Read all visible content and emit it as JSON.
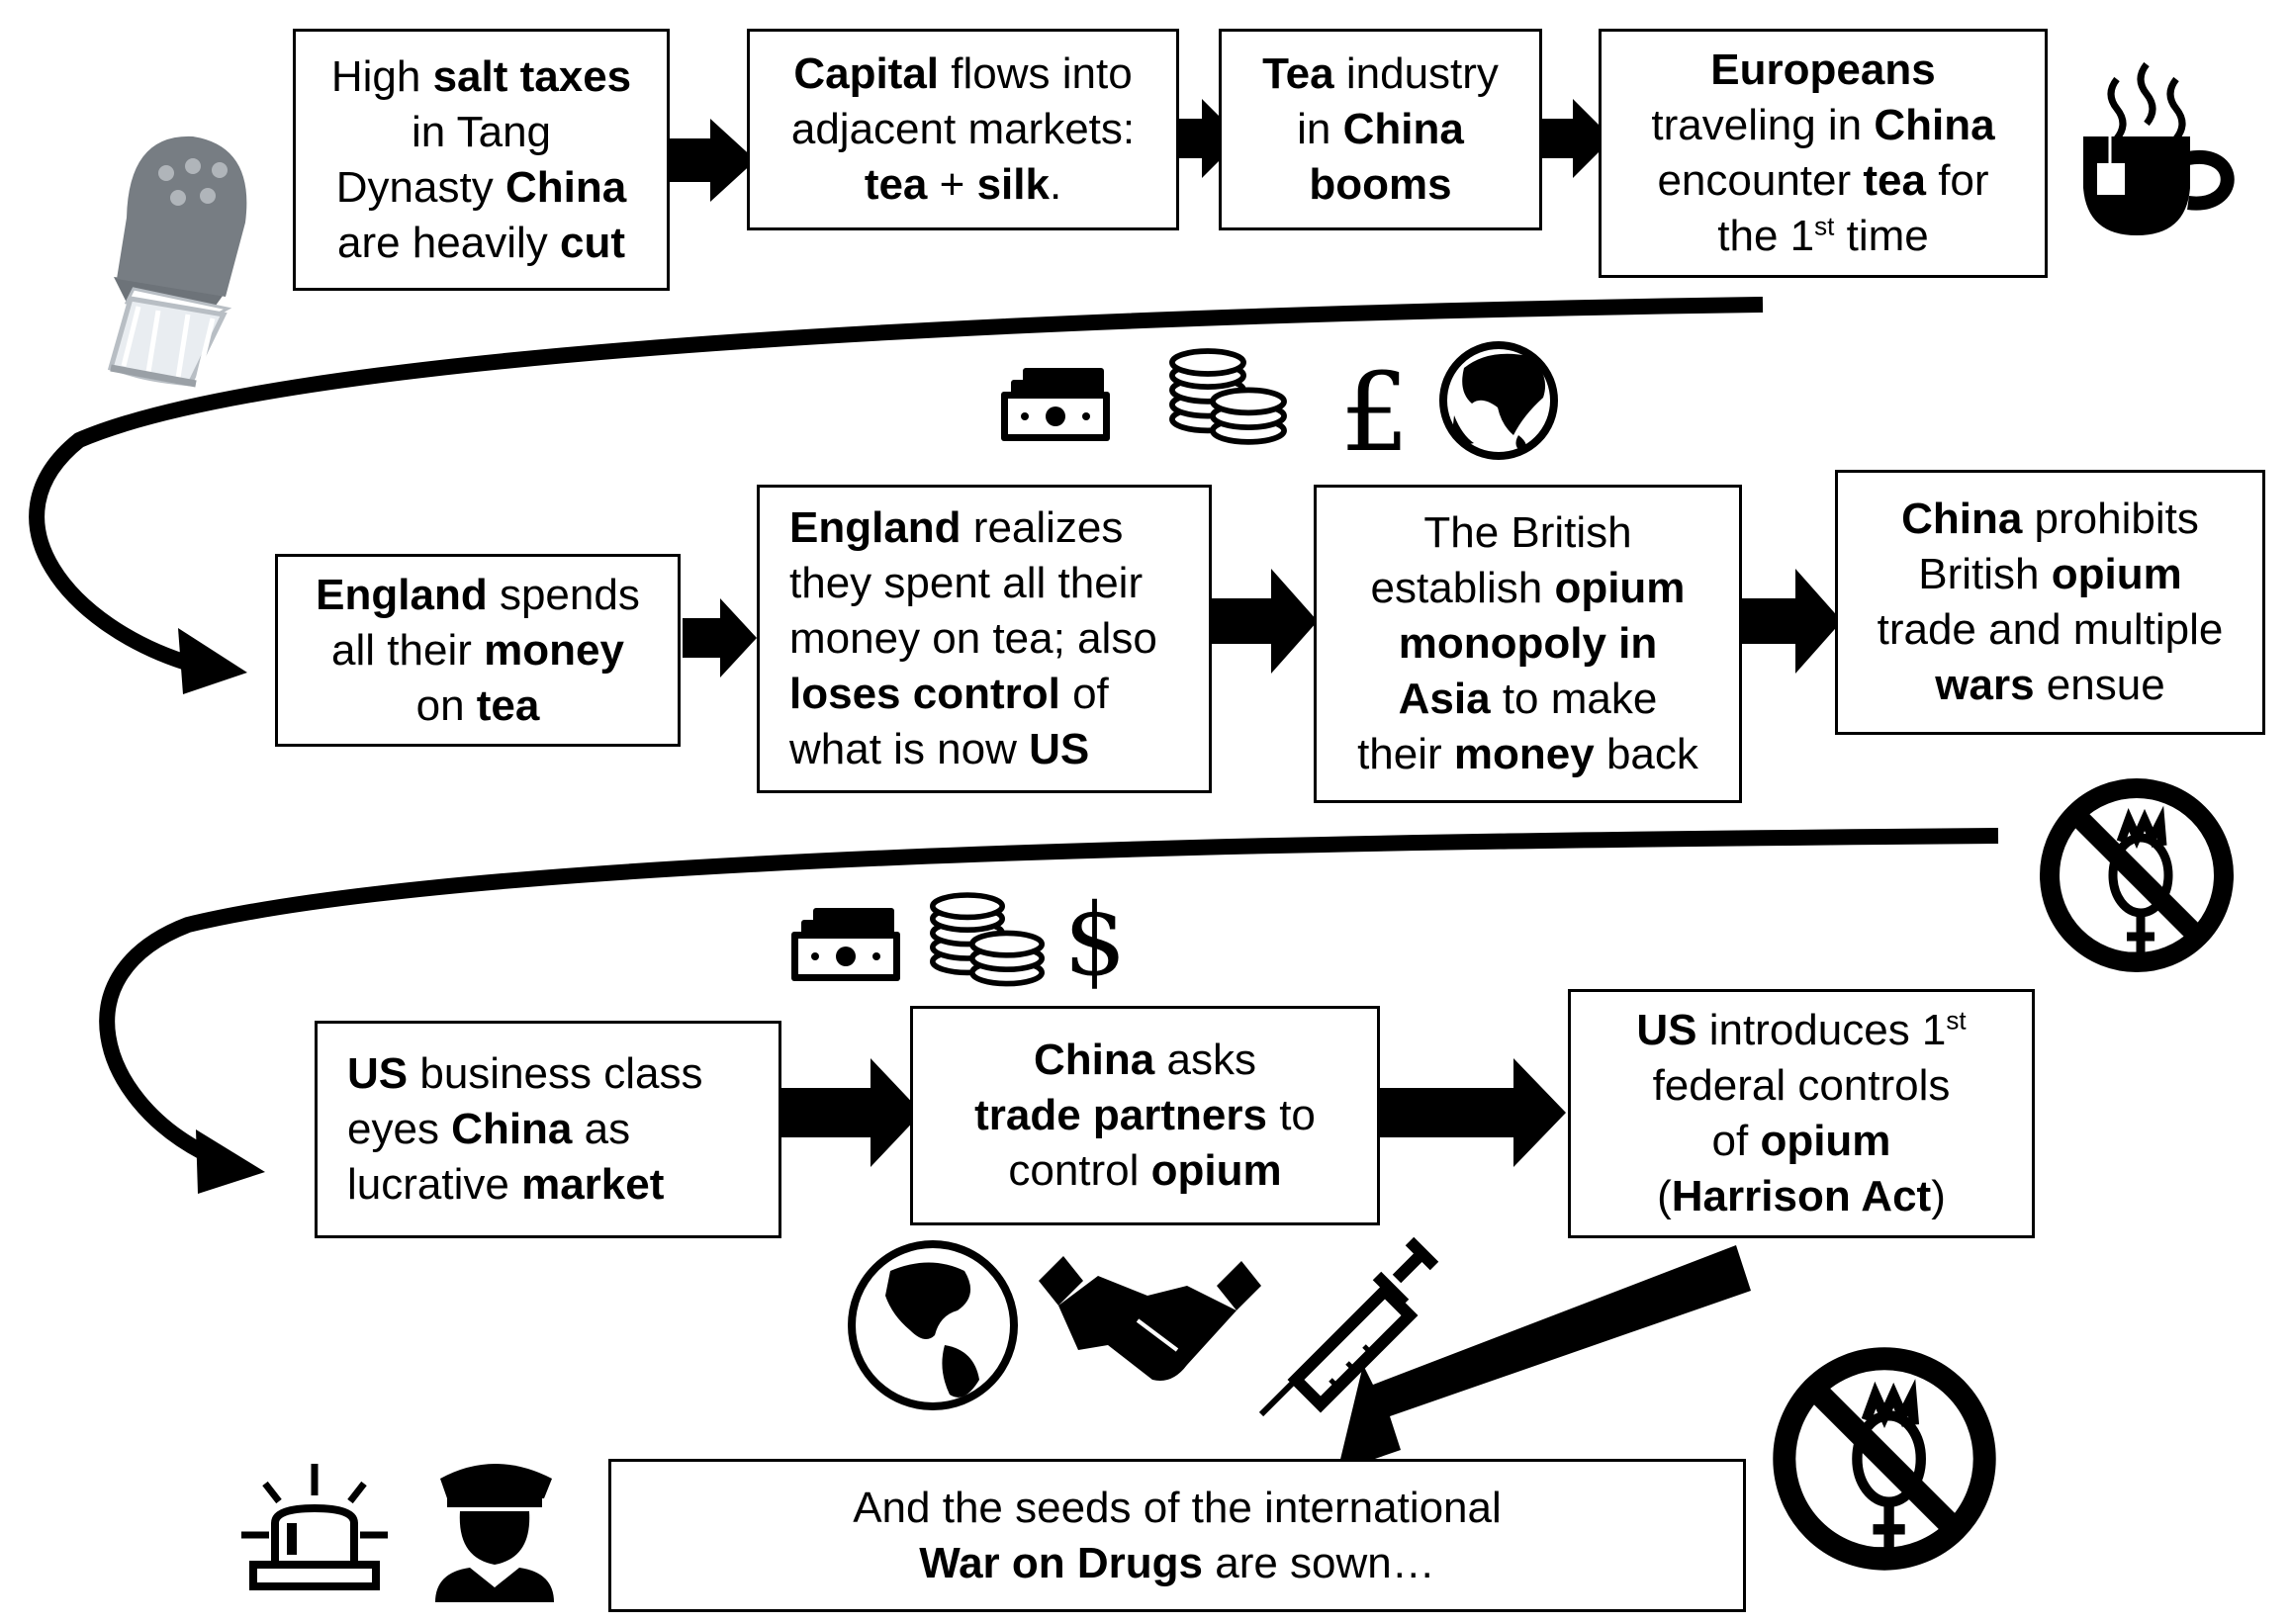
{
  "steps": {
    "s1": {
      "p1": "High ",
      "b1": "salt taxes",
      "p2": "in Tang",
      "p3": "Dynasty ",
      "b2": "China",
      "p4": "are heavily ",
      "b3": "cut"
    },
    "s2": {
      "b1": "Capital",
      "p1": " flows into",
      "p2": "adjacent markets:",
      "b2": "tea",
      "p3": " + ",
      "b3": "silk",
      "p4": "."
    },
    "s3": {
      "b1": "Tea",
      "p1": " industry",
      "p2": "in ",
      "b2": "China",
      "b3": "booms"
    },
    "s4": {
      "b1": "Europeans",
      "p1": "traveling in ",
      "b2": "China",
      "p2": "encounter ",
      "b3": "tea",
      "p3": " for",
      "p4": "the 1",
      "sup": "st",
      "p5": " time"
    },
    "s5": {
      "b1": "England",
      "p1": " spends",
      "p2": "all their ",
      "b2": "money",
      "p3": "on ",
      "b3": "tea"
    },
    "s6": {
      "b1": "England",
      "p1": " realizes",
      "p2": "they spent all their",
      "p3": "money on tea; also",
      "b2": "loses control",
      "p4": " of",
      "p5": "what is now ",
      "b3": "US"
    },
    "s7": {
      "p1": "The British",
      "p2": "establish ",
      "b1": "opium",
      "b2": "monopoly in",
      "b3": "Asia",
      "p3": " to make",
      "p4": "their ",
      "b4": "money",
      "p5": " back"
    },
    "s8": {
      "b1": "China",
      "p1": " prohibits",
      "p2": "British ",
      "b2": "opium",
      "p3": "trade and multiple",
      "b3": "wars",
      "p4": " ensue"
    },
    "s9": {
      "b1": "US",
      "p1": " business class",
      "p2": "eyes ",
      "b2": "China",
      "p3": " as",
      "p4": "lucrative ",
      "b3": "market"
    },
    "s10": {
      "b1": "China",
      "p1": " asks",
      "b2": "trade partners",
      "p2": " to",
      "p3": "control ",
      "b3": "opium"
    },
    "s11": {
      "b1": "US",
      "p1": " introduces 1",
      "sup": "st",
      "p2": "federal controls",
      "p3": "of ",
      "b2": "opium",
      "p4": "(",
      "b3": "Harrison Act",
      "p5": ")"
    },
    "s12": {
      "p1": "And the seeds of the international",
      "b1": "War on Drugs",
      "p2": " are sown…"
    }
  },
  "currency_symbols": {
    "pound": "£",
    "dollar": "$"
  },
  "icons": [
    "salt-shaker-icon",
    "coffee-cup-icon",
    "banknote-icon",
    "coin-stack-icon",
    "pound-sign-icon",
    "globe-asia-icon",
    "no-opium-icon",
    "dollar-sign-icon",
    "globe-americas-icon",
    "handshake-icon",
    "syringe-icon",
    "siren-light-icon",
    "police-officer-icon"
  ],
  "colors": {
    "ink": "#000000",
    "background": "#ffffff",
    "shaker_grey": "#b8bec4"
  }
}
